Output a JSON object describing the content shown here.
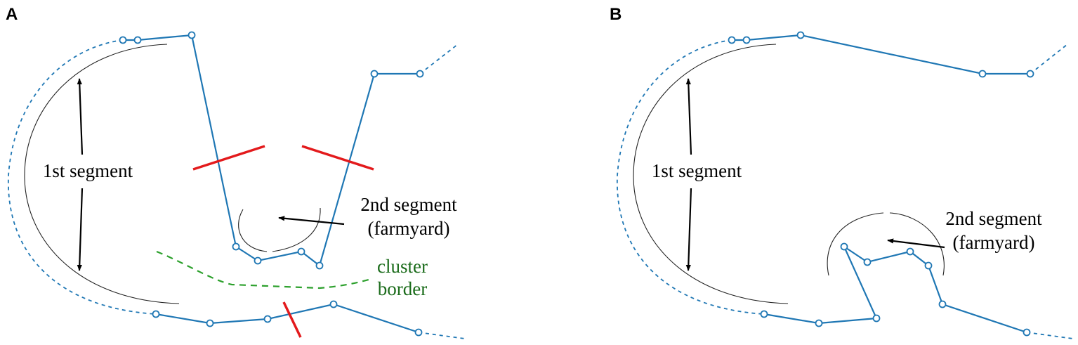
{
  "panels": [
    {
      "id": "A",
      "letter": "A",
      "labels": {
        "first_segment": "1st segment",
        "second_segment_line1": "2nd segment",
        "second_segment_line2": "(farmyard)",
        "cluster_border_line1": "cluster",
        "cluster_border_line2": "border"
      }
    },
    {
      "id": "B",
      "letter": "B",
      "labels": {
        "first_segment": "1st segment",
        "second_segment_line1": "2nd segment",
        "second_segment_line2": "(farmyard)"
      }
    }
  ],
  "colors": {
    "track": "#1f77b4",
    "cut": "#e31a1c",
    "cluster_border": "#2ca02c",
    "cluster_border_text": "#1a6b1a",
    "arc": "#222222"
  }
}
